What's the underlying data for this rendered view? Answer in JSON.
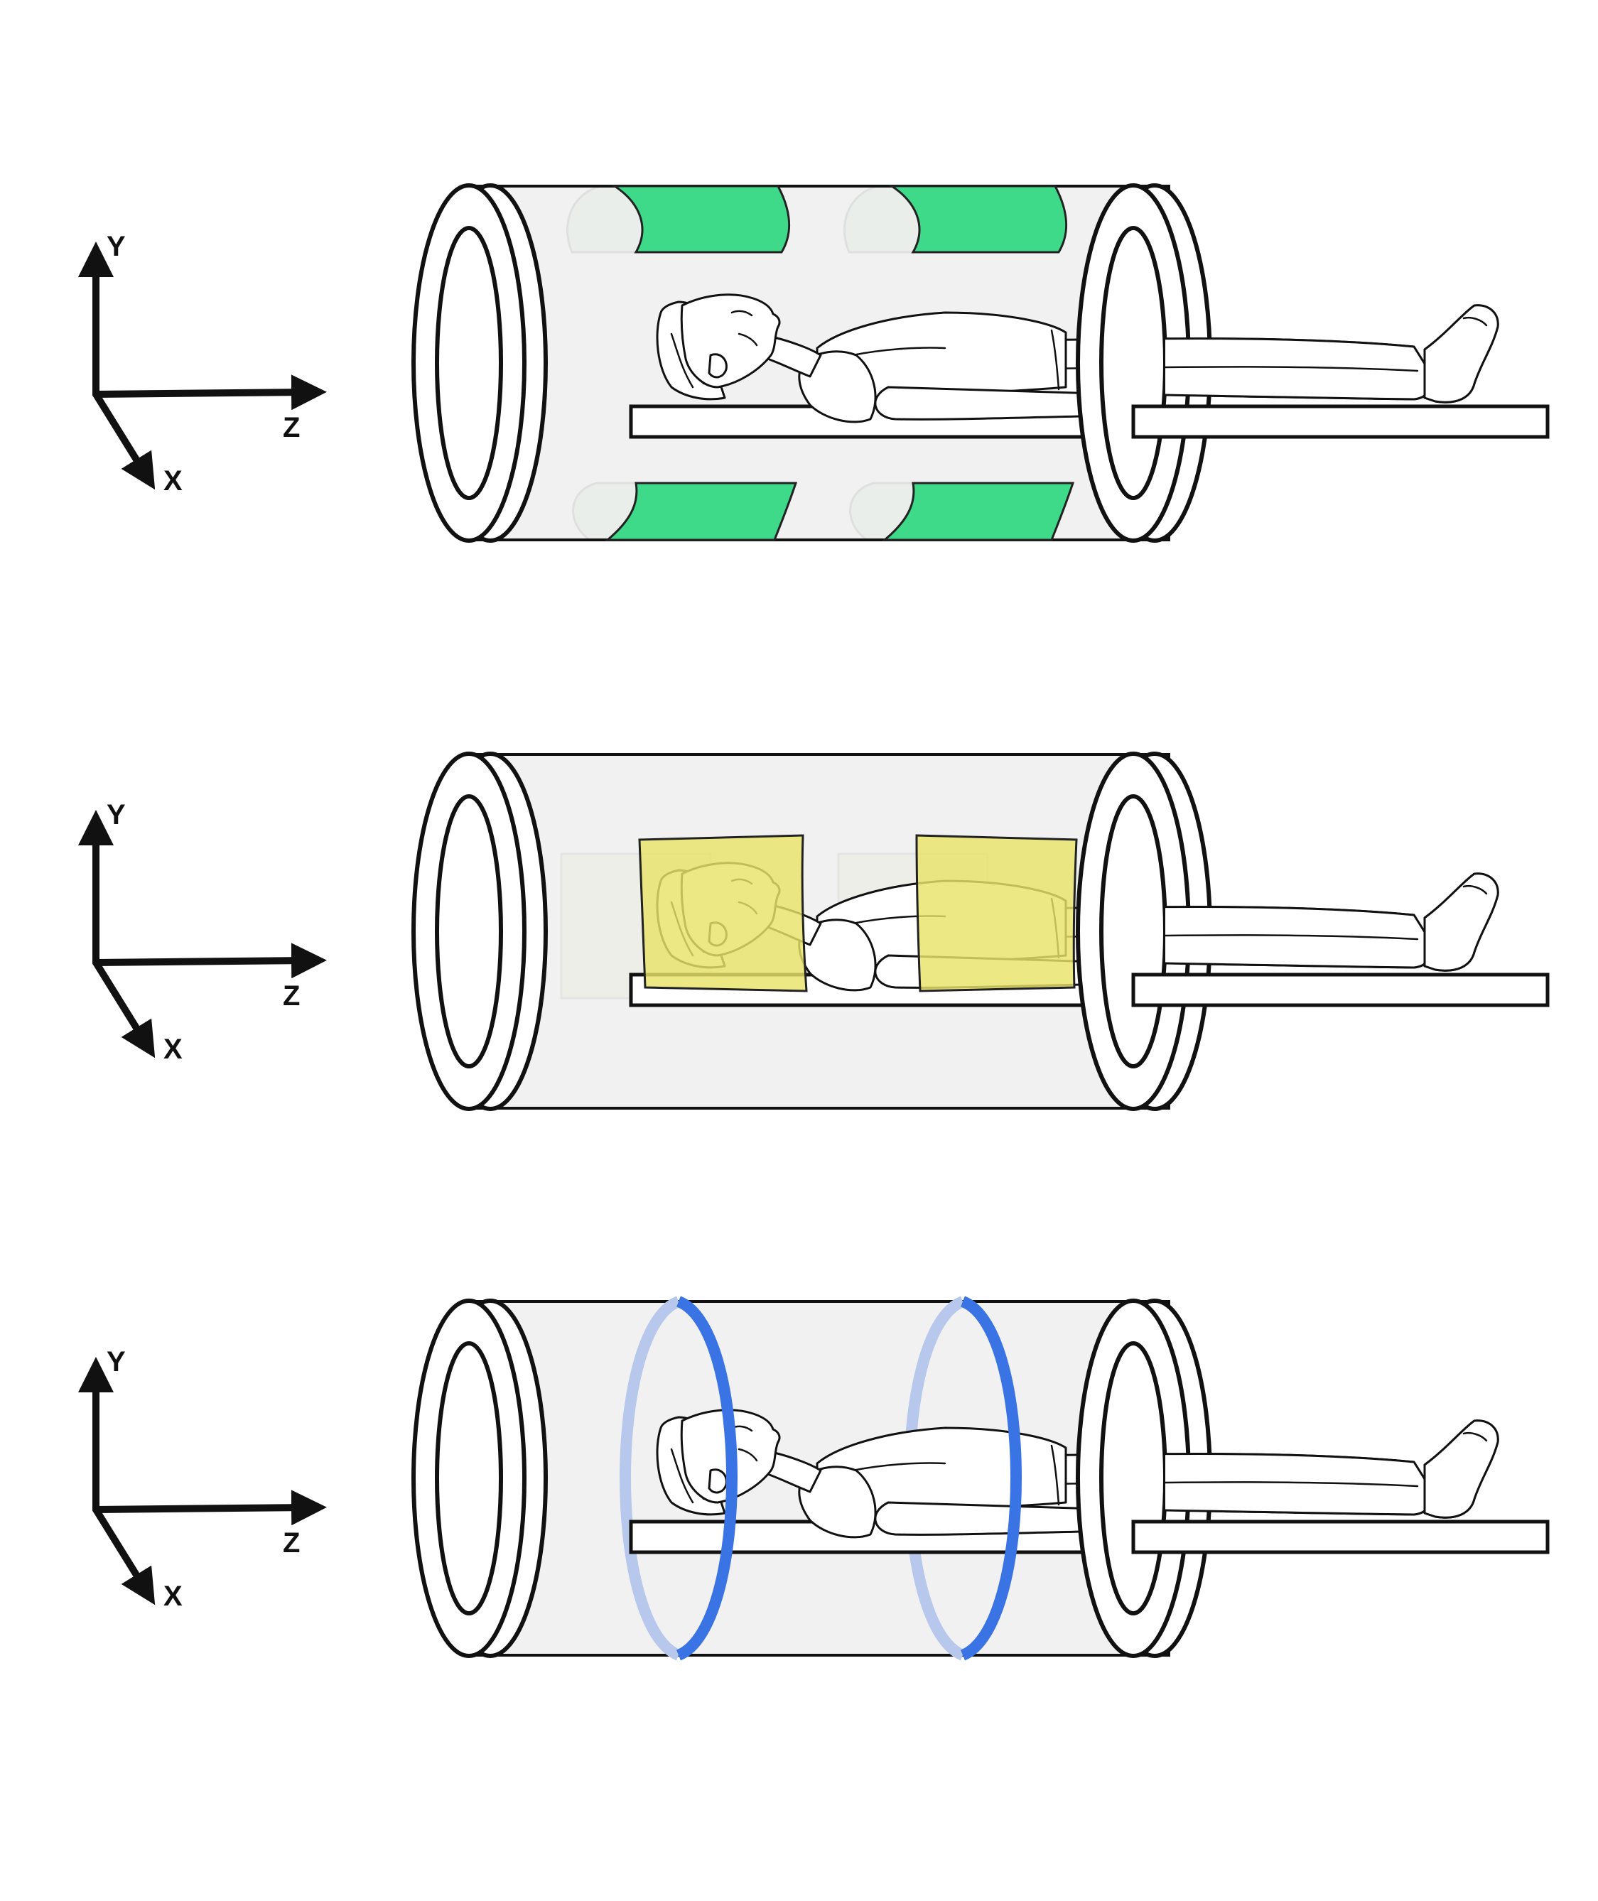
{
  "axes": {
    "y": "Y",
    "z": "Z",
    "x": "X"
  },
  "panels": [
    {
      "coil_type": "saddle",
      "coil_color": "#3fd98a",
      "coil_back_color": "#c7e6d3"
    },
    {
      "coil_type": "rectangular",
      "coil_color": "#e8e46a",
      "coil_back_color": "#ece7bf"
    },
    {
      "coil_type": "loop",
      "coil_color": "#3a73e3",
      "coil_back_color": "#b7c8ec"
    }
  ]
}
